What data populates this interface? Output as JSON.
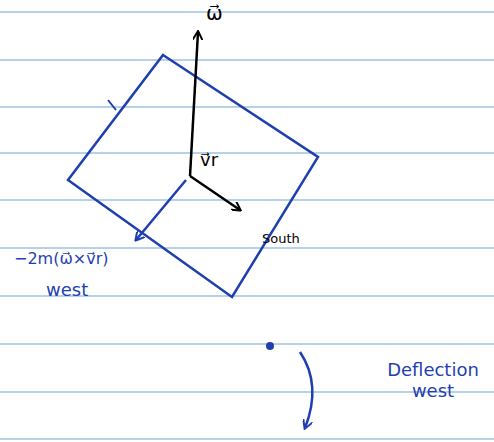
{
  "diagram": {
    "labels": [
      "ω⃗",
      "v⃗r",
      "South",
      "−2m(ω⃗×v⃗r)",
      "west",
      "Deflection west"
    ]
  }
}
